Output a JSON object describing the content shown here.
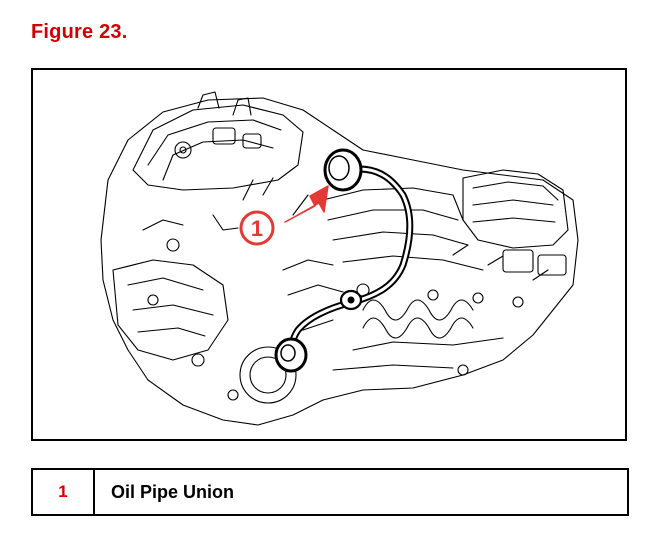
{
  "figure": {
    "title": "Figure 23."
  },
  "diagram": {
    "callout_number": "1",
    "callout_color": "#e53935",
    "title_color": "#d40000",
    "icons": [
      "engine-line-drawing",
      "callout-arrow",
      "oil-pipe"
    ]
  },
  "legend": {
    "rows": [
      {
        "number": "1",
        "label": "Oil Pipe Union"
      }
    ]
  }
}
